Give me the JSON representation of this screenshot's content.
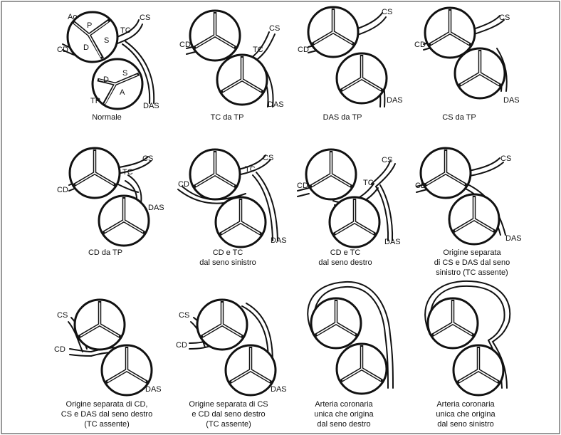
{
  "panels": [
    {
      "id": "normale",
      "caption": [
        "Normale"
      ],
      "labels": {
        "ao": "Ao",
        "p": "P",
        "d": "D",
        "s": "S",
        "tc": "TC",
        "cs": "CS",
        "cd": "CD",
        "das": "DAS",
        "tp": "TP",
        "d2": "D",
        "s2": "S",
        "a": "A"
      }
    },
    {
      "id": "tc-da-tp",
      "caption": [
        "TC da TP"
      ],
      "labels": {
        "cs": "CS",
        "cd": "CD",
        "tc": "TC",
        "das": "DAS"
      }
    },
    {
      "id": "das-da-tp",
      "caption": [
        "DAS da TP"
      ],
      "labels": {
        "cs": "CS",
        "cd": "CD",
        "das": "DAS"
      }
    },
    {
      "id": "cs-da-tp",
      "caption": [
        "CS da TP"
      ],
      "labels": {
        "cs": "CS",
        "cd": "CD",
        "das": "DAS"
      }
    },
    {
      "id": "cd-da-tp",
      "caption": [
        "CD da TP"
      ],
      "labels": {
        "cs": "CS",
        "tc": "TC",
        "cd": "CD",
        "das": "DAS"
      }
    },
    {
      "id": "cd-tc-sinistro",
      "caption": [
        "CD e TC",
        "dal seno sinistro"
      ],
      "labels": {
        "cs": "CS",
        "tc": "TC",
        "cd": "CD",
        "das": "DAS"
      }
    },
    {
      "id": "cd-tc-destro",
      "caption": [
        "CD e TC",
        "dal seno destro"
      ],
      "labels": {
        "cs": "CS",
        "tc": "TC",
        "cd": "CD",
        "das": "DAS"
      }
    },
    {
      "id": "cs-das-sinistro",
      "caption": [
        "Origine separata",
        "di CS e DAS dal seno",
        "sinistro (TC assente)"
      ],
      "labels": {
        "cs": "CS",
        "cd": "CD",
        "das": "DAS"
      }
    },
    {
      "id": "cd-cs-das-destro",
      "caption": [
        "Origine separata di CD,",
        "CS e DAS dal seno destro",
        "(TC assente)"
      ],
      "labels": {
        "cs": "CS",
        "cd": "CD",
        "das": "DAS"
      }
    },
    {
      "id": "cs-cd-destro",
      "caption": [
        "Origine separata di CS",
        "e CD dal seno destro",
        "(TC assente)"
      ],
      "labels": {
        "cs": "CS",
        "cd": "CD",
        "das": "DAS"
      }
    },
    {
      "id": "unica-destro",
      "caption": [
        "Arteria coronaria",
        "unica che origina",
        "dal seno destro"
      ],
      "labels": {}
    },
    {
      "id": "unica-sinistro",
      "caption": [
        "Arteria coronaria",
        "unica che origina",
        "dal seno sinistro"
      ],
      "labels": {}
    }
  ]
}
